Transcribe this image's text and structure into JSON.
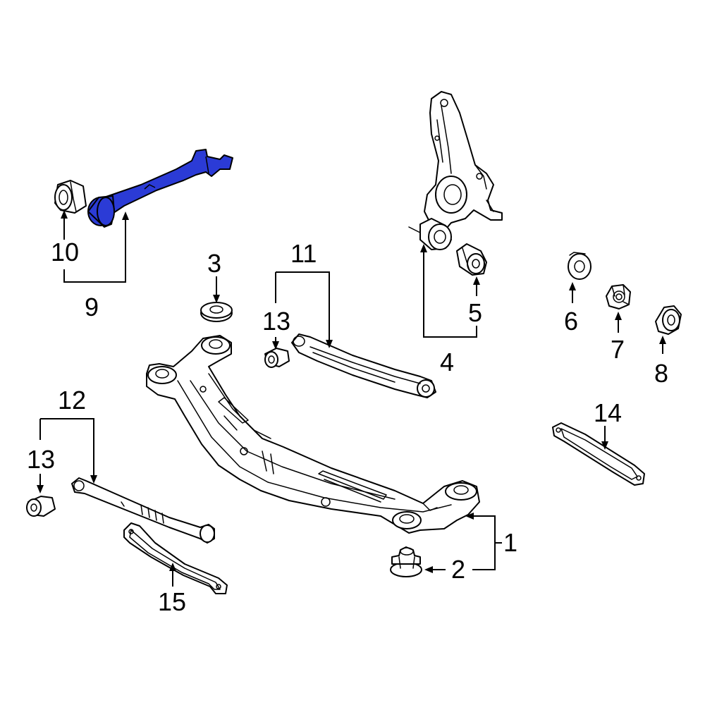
{
  "callouts": {
    "c1": "1",
    "c2": "2",
    "c3": "3",
    "c4": "4",
    "c5": "5",
    "c6": "6",
    "c7": "7",
    "c8": "8",
    "c9": "9",
    "c10": "10",
    "c11": "11",
    "c12": "12",
    "c13a": "13",
    "c13b": "13",
    "c14": "14",
    "c15": "15"
  },
  "colors": {
    "highlight": "#2b3bd6",
    "line": "#000000",
    "background": "#ffffff"
  }
}
